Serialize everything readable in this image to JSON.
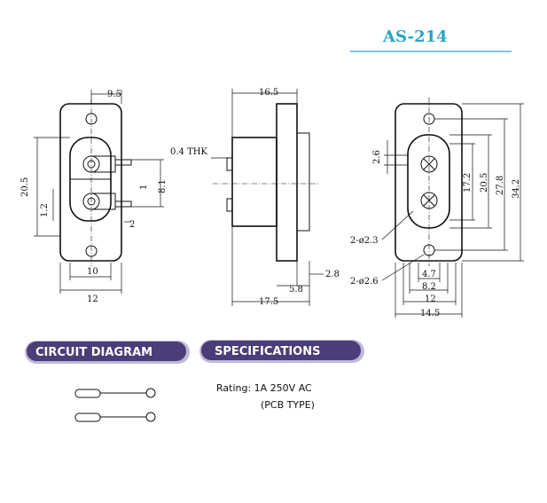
{
  "title": "AS-214",
  "accent_color": "#2aa3c8",
  "pill_color": "#4a3d78",
  "front_view": {
    "dims": [
      "9.5",
      "20.5",
      "1.2",
      "10",
      "12",
      "1",
      "8.1",
      "2"
    ]
  },
  "side_view": {
    "dims": [
      "16.5",
      "0.4 THK",
      "2.8",
      "5.8",
      "17.5"
    ]
  },
  "panel_view": {
    "dims": [
      "2.6",
      "17.2",
      "20.5",
      "27.8",
      "34.2",
      "2-ø2.3",
      "2-ø2.6",
      "4.7",
      "8.2",
      "12",
      "14.5"
    ]
  },
  "circuit": {
    "label": "CIRCUIT DIAGRAM"
  },
  "specifications": {
    "label": "SPECIFICATIONS",
    "rating": "Rating: 1A 250V AC",
    "type": "(PCB  TYPE)"
  }
}
